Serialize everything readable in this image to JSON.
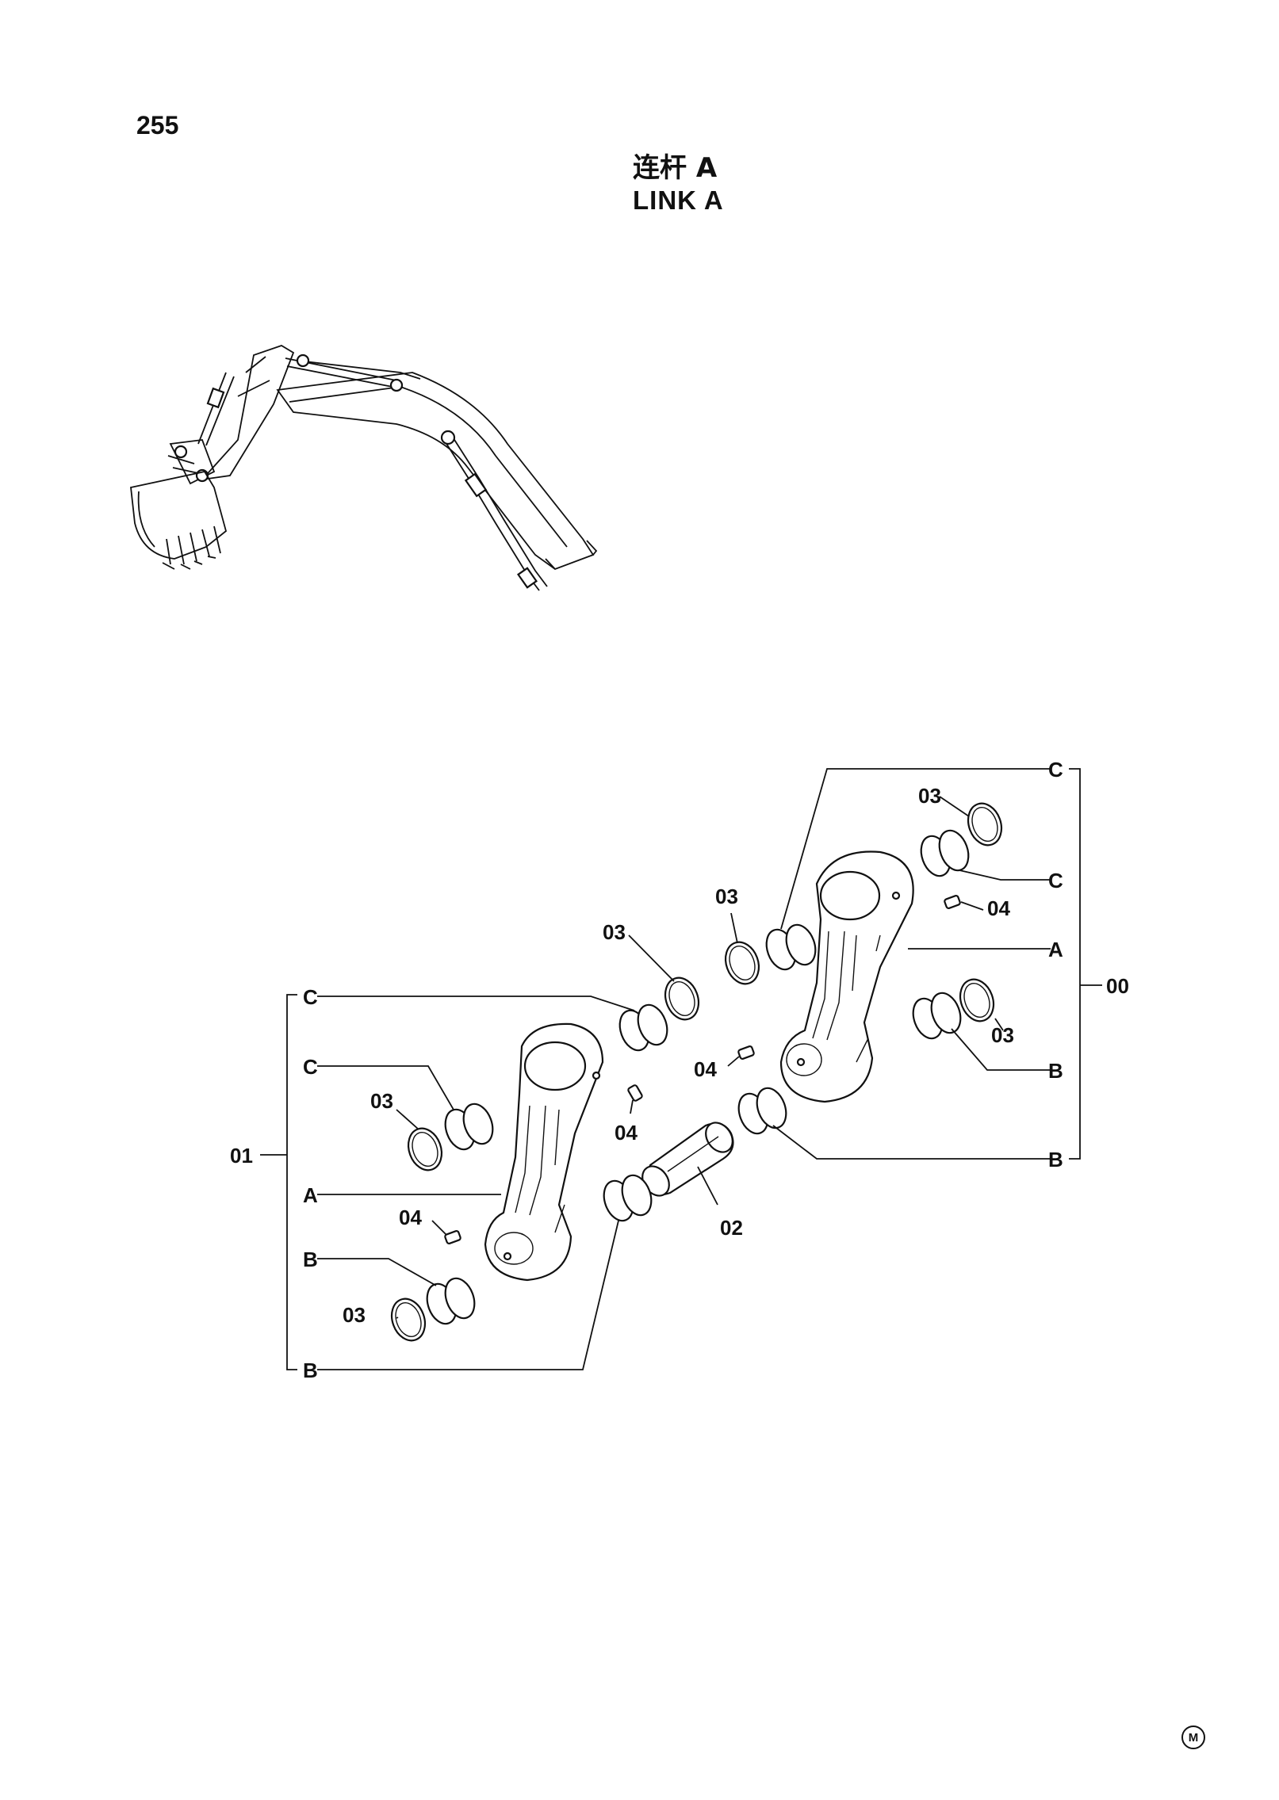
{
  "header": {
    "page_number": "255",
    "title_cn": "连杆 A",
    "title_en": "LINK  A"
  },
  "callouts": {
    "assembly_right": "00",
    "assembly_left": "01",
    "pin": "02",
    "ring": "03",
    "grease_fitting": "04",
    "ref_a": "A",
    "ref_b": "B",
    "ref_c": "C"
  },
  "footer": {
    "marker": "M"
  }
}
